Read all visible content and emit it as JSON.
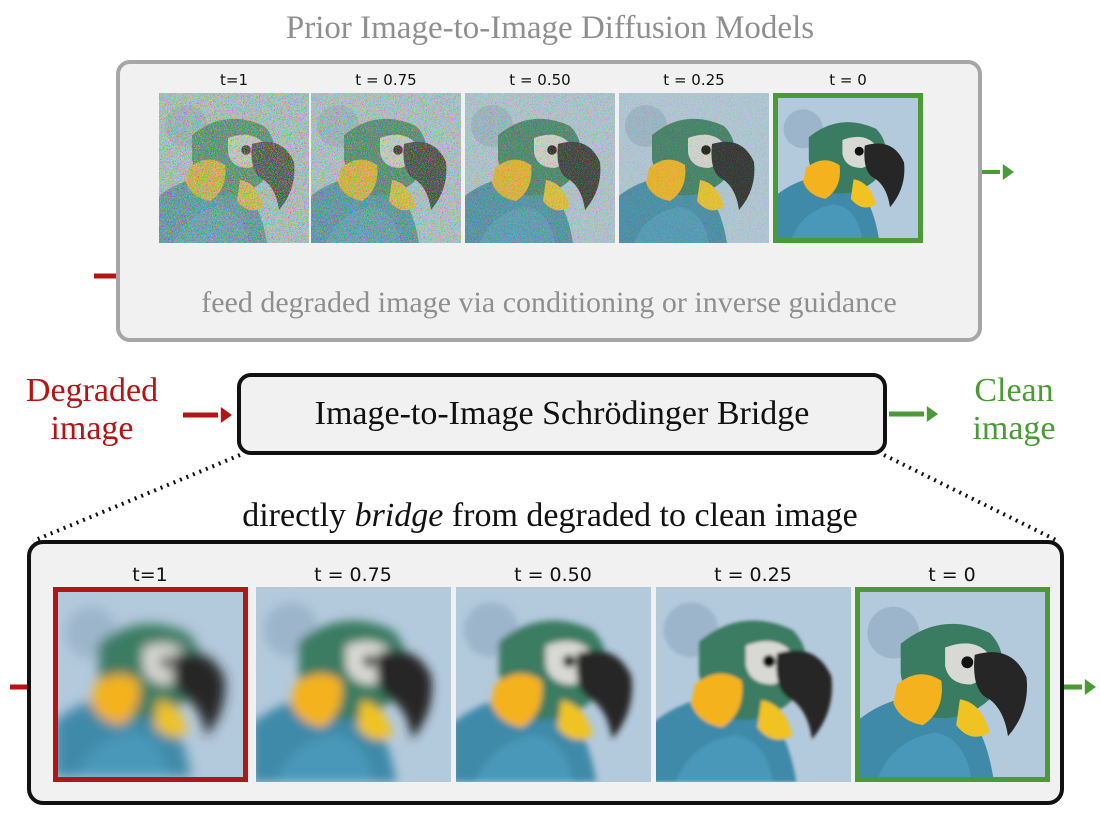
{
  "top": {
    "title": "Prior Image-to-Image Diffusion Models",
    "caption": "feed degraded image via conditioning or inverse guidance",
    "frames": [
      {
        "label": "t=1",
        "noise": 1.0,
        "blur": 0,
        "border": "none"
      },
      {
        "label": "t = 0.75",
        "noise": 0.85,
        "blur": 0,
        "border": "none"
      },
      {
        "label": "t = 0.50",
        "noise": 0.6,
        "blur": 0,
        "border": "none"
      },
      {
        "label": "t = 0.25",
        "noise": 0.35,
        "blur": 0,
        "border": "none"
      },
      {
        "label": "t = 0",
        "noise": 0.0,
        "blur": 0,
        "border": "green"
      }
    ]
  },
  "middle": {
    "input_label_line1": "Degraded",
    "input_label_line2": "image",
    "box_label": "Image-to-Image Schrödinger Bridge",
    "output_label_line1": "Clean",
    "output_label_line2": "image"
  },
  "bottom": {
    "subtitle_pre": "directly ",
    "subtitle_em": "bridge",
    "subtitle_post": " from degraded to clean image",
    "frames": [
      {
        "label": "t=1",
        "noise": 0,
        "blur": 1.0,
        "border": "red"
      },
      {
        "label": "t = 0.75",
        "noise": 0,
        "blur": 0.75,
        "border": "none"
      },
      {
        "label": "t = 0.50",
        "noise": 0,
        "blur": 0.5,
        "border": "none"
      },
      {
        "label": "t = 0.25",
        "noise": 0,
        "blur": 0.25,
        "border": "none"
      },
      {
        "label": "t = 0",
        "noise": 0,
        "blur": 0.0,
        "border": "green"
      }
    ]
  },
  "colors": {
    "degraded": "#b31414",
    "clean": "#4a9a35",
    "top_panel_border": "#a6a6a6",
    "panel_fill": "#f1f1f1",
    "dark": "#111111"
  }
}
